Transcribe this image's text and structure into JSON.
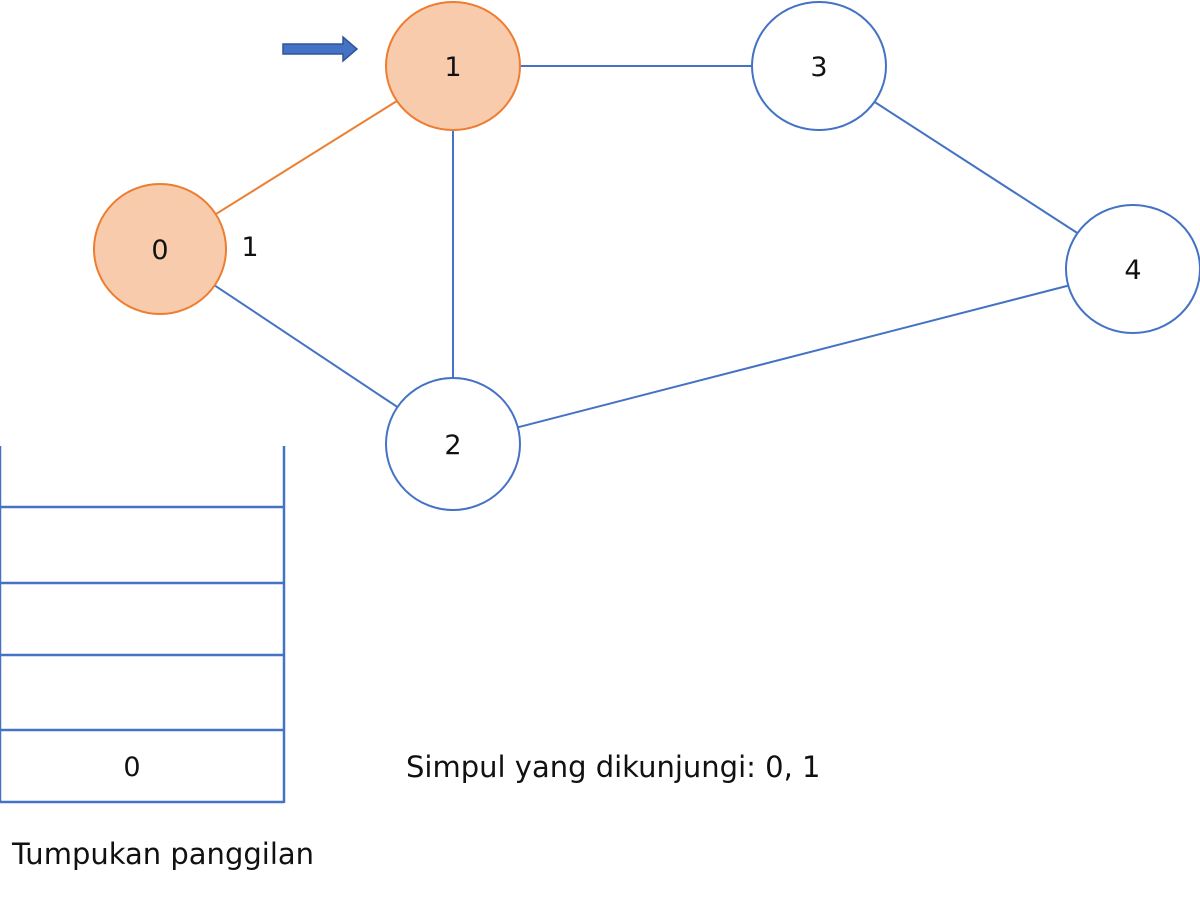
{
  "graph": {
    "nodes": [
      {
        "id": "0",
        "label": "0",
        "visited": true
      },
      {
        "id": "1",
        "label": "1",
        "visited": true
      },
      {
        "id": "2",
        "label": "2",
        "visited": false
      },
      {
        "id": "3",
        "label": "3",
        "visited": false
      },
      {
        "id": "4",
        "label": "4",
        "visited": false
      }
    ],
    "edges": [
      {
        "from": "0",
        "to": "1",
        "traversed": true
      },
      {
        "from": "0",
        "to": "2",
        "traversed": false
      },
      {
        "from": "1",
        "to": "2",
        "traversed": false
      },
      {
        "from": "1",
        "to": "3",
        "traversed": false
      },
      {
        "from": "3",
        "to": "4",
        "traversed": false
      },
      {
        "from": "2",
        "to": "4",
        "traversed": false
      }
    ],
    "current_node": "1",
    "node_annotation": {
      "node": "0",
      "text": "1"
    }
  },
  "stack": {
    "slots": [
      "",
      "",
      "",
      "",
      "0"
    ],
    "caption": "Tumpukan panggilan"
  },
  "visited_text": "Simpul yang dikunjungi: 0, 1",
  "colors": {
    "visited_fill": "#F8CBAD",
    "visited_stroke": "#ED7D31",
    "unvisited_fill": "#FFFFFF",
    "unvisited_stroke": "#4472C4",
    "arrow": "#4472C4",
    "text": "#111111"
  }
}
